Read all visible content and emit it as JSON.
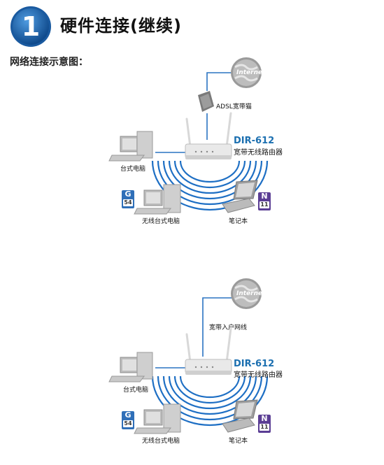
{
  "header": {
    "step_number": "1",
    "title": "硬件连接(继续)"
  },
  "subtitle": "网络连接示意图：",
  "diagram1": {
    "internet": "Internet",
    "modem_label": "ADSL宽带猫",
    "router_model": "DIR-612",
    "router_desc": "宽带无线路由器",
    "desktop_label": "台式电脑",
    "wireless_desktop_label": "无线台式电脑",
    "laptop_label": "笔记本",
    "g_badge_top": "G",
    "g_badge_bottom": "54",
    "n_badge_top": "N",
    "n_badge_bottom": "11"
  },
  "diagram2": {
    "internet": "Internet",
    "line_label": "宽带入户网线",
    "router_model": "DIR-612",
    "router_desc": "宽带无线路由器",
    "desktop_label": "台式电脑",
    "wireless_desktop_label": "无线台式电脑",
    "laptop_label": "笔记本",
    "g_badge_top": "G",
    "g_badge_bottom": "54",
    "n_badge_top": "N",
    "n_badge_bottom": "11"
  },
  "colors": {
    "badge_blue": "#1b5fa8",
    "model_blue": "#1b6fb0",
    "line_blue": "#2a73c2",
    "g_badge": "#2f6fb8",
    "n_badge": "#5b3e94"
  }
}
